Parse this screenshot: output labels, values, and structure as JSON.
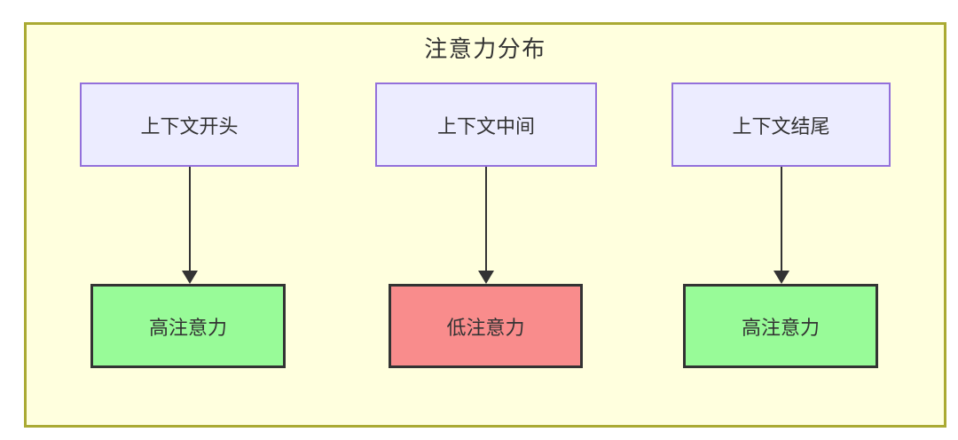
{
  "diagram": {
    "type": "flowchart-top-down",
    "title": "注意力分布",
    "columns": [
      {
        "source": {
          "label": "上下文开头"
        },
        "target": {
          "label": "高注意力",
          "level": "high"
        }
      },
      {
        "source": {
          "label": "上下文中间"
        },
        "target": {
          "label": "低注意力",
          "level": "low"
        }
      },
      {
        "source": {
          "label": "上下文结尾"
        },
        "target": {
          "label": "高注意力",
          "level": "high"
        }
      }
    ],
    "edges": [
      {
        "from": "上下文开头",
        "to": "高注意力",
        "style": "arrow-down"
      },
      {
        "from": "上下文中间",
        "to": "低注意力",
        "style": "arrow-down"
      },
      {
        "from": "上下文结尾",
        "to": "高注意力",
        "style": "arrow-down"
      }
    ]
  },
  "colors": {
    "page_background": "#FFFFFF",
    "canvas_background": "#FFFFDE",
    "canvas_border": "#AAAA33",
    "source_node_fill": "#ECECFF",
    "source_node_border": "#9370DB",
    "high_attention_fill": "#98FB98",
    "low_attention_fill": "#F98C8C",
    "target_node_border": "#333333",
    "arrow_color": "#333333",
    "text_color": "#333333"
  }
}
